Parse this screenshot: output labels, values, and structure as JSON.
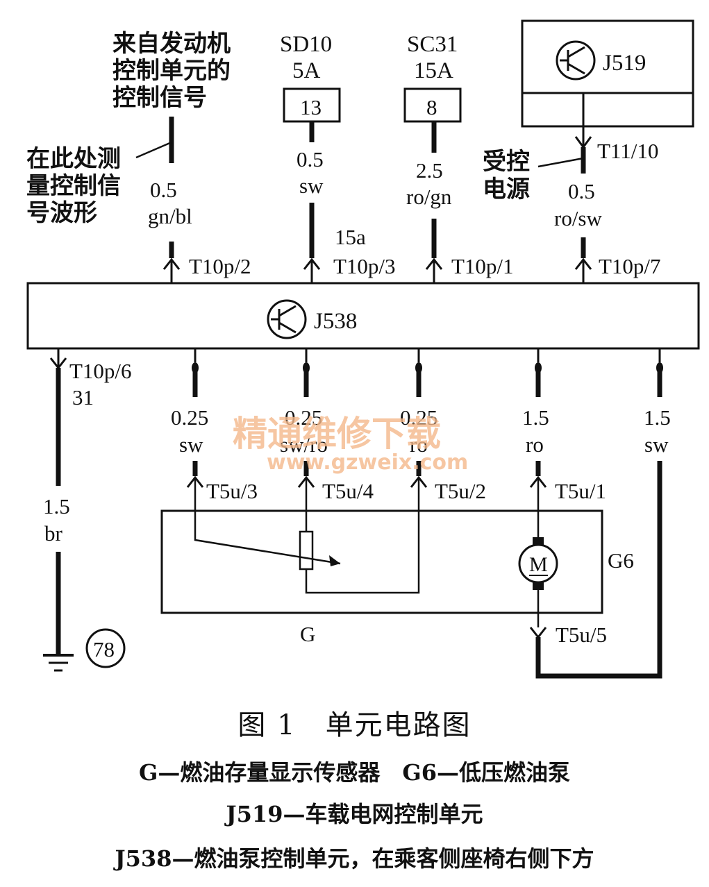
{
  "labels": {
    "engine_signal": [
      "来自发动机",
      "控制单元的",
      "控制信号"
    ],
    "measure_here": [
      "在此处测",
      "量控制信",
      "号波形"
    ],
    "controlled_power": [
      "受控",
      "电源"
    ],
    "fuse_sd10": [
      "SD10",
      "5A"
    ],
    "fuse_sc31": [
      "SC31",
      "15A"
    ],
    "fuse_sd10_num": "13",
    "fuse_sc31_num": "8",
    "j519": "J519",
    "j538": "J538",
    "t11_10": "T11/10",
    "wire_gnbl": [
      "0.5",
      "gn/bl"
    ],
    "wire_sw_top": [
      "0.5",
      "sw"
    ],
    "wire_rogn": [
      "2.5",
      "ro/gn"
    ],
    "wire_rosw": [
      "0.5",
      "ro/sw"
    ],
    "label_15a": "15a",
    "t10p2": "T10p/2",
    "t10p3": "T10p/3",
    "t10p1": "T10p/1",
    "t10p7": "T10p/7",
    "t10p6": [
      "T10p/6",
      "31"
    ],
    "wire_b1": [
      "0.25",
      "sw"
    ],
    "wire_b2": [
      "0.25",
      "sw/ro"
    ],
    "wire_b3": [
      "0.25",
      "ro"
    ],
    "wire_b4": [
      "1.5",
      "ro"
    ],
    "wire_b5": [
      "1.5",
      "sw"
    ],
    "wire_br": [
      "1.5",
      "br"
    ],
    "t5u3": "T5u/3",
    "t5u4": "T5u/4",
    "t5u2": "T5u/2",
    "t5u1": "T5u/1",
    "t5u5": "T5u/5",
    "g6": "G6",
    "g": "G",
    "motor": "M",
    "ground_ref": "78",
    "watermark": [
      "精通维修下载",
      "www.gzweix.com"
    ]
  },
  "caption": {
    "title": "图 1　单元电路图",
    "legend1": "G—燃油存量显示传感器　G6—低压燃油泵",
    "legend2": "J519—车载电网控制单元",
    "legend3": "J538—燃油泵控制单元，在乘客侧座椅右侧下方"
  }
}
